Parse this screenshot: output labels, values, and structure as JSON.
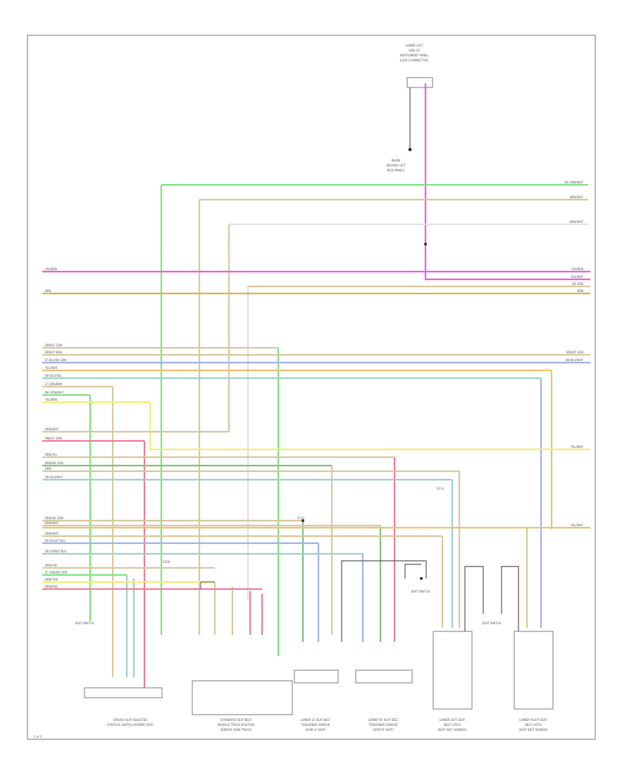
{
  "diagram": {
    "top_component": [
      "LOWER LEFT",
      "SIDE OF",
      "INSTRUMENT PANEL",
      "G200 (CONNECTOR)"
    ],
    "top_note": [
      "INLINE",
      "(BEHIND LEFT",
      "KICK PANEL)"
    ],
    "page_ref": "2 of 2",
    "left_wire_labels": [
      "VIO/BRN",
      "BRN",
      "BRN/LT GRN",
      "BRN/LT BRN",
      "LT BLU/DK GRN",
      "YEL/WHT",
      "DK BLU/YEL",
      "LT GRN/BRN",
      "DK GRN/WHT",
      "YEL/BRN",
      "BRN/WHT",
      "PNK/LT GRN",
      "BRN/YEL",
      "BRN/DK GRN",
      "BRN",
      "DK BLU/WHT",
      "BRN/DK GRN",
      "BRN/WHT",
      "BRN/WHT",
      "DK BLU/LT BLU",
      "DK GRN/LT BLU",
      "BRN/VIO",
      "LT GRN/DK GRN",
      "BRN/TAN",
      "BRN/RED"
    ],
    "right_wire_labels": [
      "DK GRN/WHT",
      "BRN/WHT",
      "BRN/WHT",
      "VIO/BRN",
      "VIO/WHT",
      "DK GRN",
      "BRN",
      "BRN/LT GRN",
      "DK BLU/WHT",
      "YEL/WHT",
      "YEL/WHT"
    ],
    "components": [
      {
        "lines": [
          "DRIVER SEAT ADJUSTER",
          "CONTROL SWITCH (POWER SEAT)"
        ]
      },
      {
        "lines": [
          "STANDARD SEAT BELT",
          "MODULE TRACK POSITION",
          "SENSOR (SOM TRACK)"
        ]
      },
      {
        "lines": [
          "LOWER LF SEAT BELT",
          "TENSIONER SENSOR",
          "(SOM LF SEAT)"
        ]
      },
      {
        "lines": [
          "LOWER RF SEAT BELT",
          "TENSIONER SENSOR",
          "(SOM RF SEAT)"
        ]
      },
      {
        "lines": [
          "LOWER LEFT SEAT",
          "BELT LATCH",
          "(SEAT BELT SENSOR)"
        ]
      },
      {
        "lines": [
          "LOWER RIGHT SEAT",
          "BELT LATCH",
          "(SEAT BELT SENSOR)"
        ]
      }
    ],
    "small_labels": {
      "seat_switch_a": "SEAT SWITCH",
      "seat_switch_b": "SEAT SWITCH",
      "seat_switch_c": "SEAT SWITCH",
      "ground": "G200",
      "splice_a": "S112",
      "splice_b": "S114"
    }
  }
}
